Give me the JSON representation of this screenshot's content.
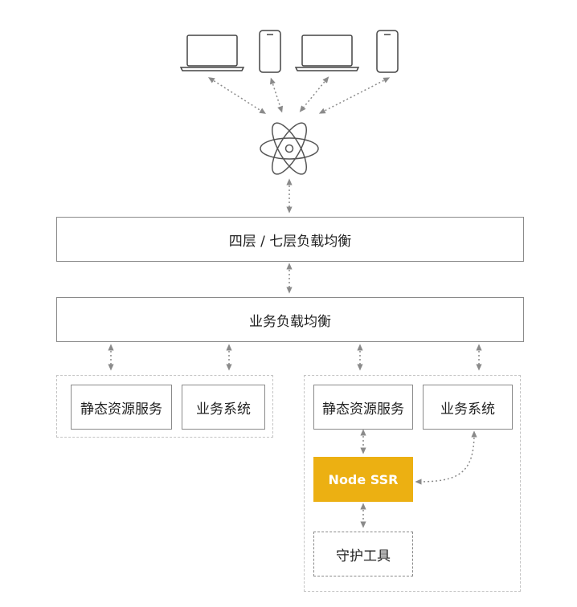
{
  "layers": {
    "l4_l7_lb": "四层 / 七层负载均衡",
    "business_lb": "业务负载均衡"
  },
  "left_group": {
    "static_service": "静态资源服务",
    "business_system": "业务系统"
  },
  "right_group": {
    "static_service": "静态资源服务",
    "business_system": "业务系统",
    "node_ssr": "Node SSR",
    "guard_tool": "守护工具"
  },
  "colors": {
    "accent": "#ecb012",
    "line": "#8a8a8a",
    "group_border": "#c4c4c4"
  },
  "icons": [
    "laptop-icon",
    "phone-icon",
    "laptop-icon",
    "phone-icon",
    "react-atom-icon"
  ]
}
